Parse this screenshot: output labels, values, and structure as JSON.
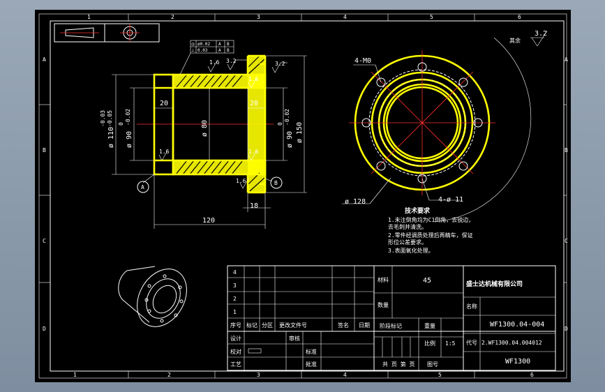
{
  "border": {
    "top_numbers": [
      "1",
      "2",
      "3",
      "4",
      "5",
      "6"
    ],
    "bottom_numbers": [
      "1",
      "2",
      "3",
      "4",
      "5",
      "6"
    ],
    "side_letters": [
      "A",
      "B",
      "C",
      "D"
    ]
  },
  "colors": {
    "background": "#000000",
    "outer": "#8a9aab",
    "outline": "#ffff00",
    "line": "#ffffff",
    "center_line": "#ff3030"
  },
  "section_view": {
    "dims": {
      "d110": "ø 110",
      "d110_tol_upper": "-0.03",
      "d110_tol_lower": "-0.05",
      "d90_left": "ø 90",
      "d90_left_tol_upper": "0",
      "d90_left_tol_lower": "-0.02",
      "d80": "ø 80",
      "d90_right": "ø 90",
      "d90_right_tol_upper": "0",
      "d90_right_tol_lower": "-0.02",
      "d150": "ø 150",
      "w20_left": "20",
      "w20_right": "20",
      "len120": "120",
      "flange18": "18"
    },
    "roughness": {
      "r1": "1.6",
      "r2": "1.6",
      "r3": "1.6",
      "r4": "1.6",
      "r5": "1.6",
      "r6": "3.2",
      "r7": "3.2"
    },
    "datums": {
      "a": "A",
      "b": "B"
    },
    "tolerance_frame": {
      "row1_symbol": "◎",
      "row1_value": "ø0.02",
      "row1_ref1": "A",
      "row1_ref2": "B",
      "row2_symbol": "⊥",
      "row2_value": "0.03",
      "row2_ref1": "A",
      "row2_ref2": "B"
    }
  },
  "end_view": {
    "holes_top": "4-M0",
    "holes_bottom": "4-ø 11",
    "d128": "ø 128"
  },
  "roughness_note": {
    "value": "3.2",
    "label": "其余"
  },
  "tech_requirements": {
    "title": "技术要求",
    "items": [
      "1.未注倒角均为C1倒角，去锐边，",
      "  去毛刺并清洗。",
      "2.零件经调质处理后再精车，保证",
      "  形位公差要求。",
      "3.表面氧化处理。"
    ]
  },
  "title_block": {
    "rev_rows": [
      "4",
      "3",
      "2",
      "1"
    ],
    "headers": {
      "seq": "序号",
      "mark": "标记",
      "zone": "分区",
      "file": "更改文件号",
      "sign": "签名",
      "date": "日期"
    },
    "roles": {
      "design": "设计",
      "check": "校对",
      "process": "工艺",
      "review": "审核",
      "standard": "标准",
      "approve": "批准"
    },
    "material_label": "材料",
    "material_value": "45",
    "weight_label": "数量",
    "stage_label": "阶段标记",
    "mass_label": "重量",
    "scale_label": "比例",
    "scale_value": "1:5",
    "sheets_label": "共 页 第 页",
    "format_label": "图号",
    "company": "盛士达机械有限公司",
    "name_label": "名称",
    "code_label": "代号",
    "drawing_no": "WF1300.04-004",
    "part_no": "2.WF1300.04.004012",
    "product": "WF1300"
  }
}
